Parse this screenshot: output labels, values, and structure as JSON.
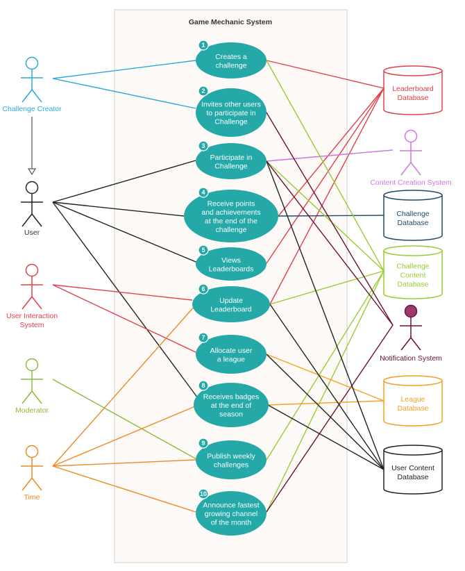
{
  "system": {
    "title": "Game Mechanic System"
  },
  "colors": {
    "use_case_fill": "#24a8a8",
    "challenge_creator": "#2aa8d8",
    "user": "#222222",
    "user_interaction": "#e0404a",
    "moderator": "#8cba3a",
    "time": "#ee8a22",
    "leaderboard_db": "#e0404a",
    "content_creation": "#cc77dd",
    "challenge_db": "#1c4a6a",
    "challenge_content_db": "#99cc33",
    "notification": "#6a1030",
    "league_db": "#f5a020",
    "user_content_db": "#222222"
  },
  "use_cases": [
    {
      "number": "1",
      "lines": [
        "Creates a",
        "challenge"
      ]
    },
    {
      "number": "2",
      "lines": [
        "Invites other users",
        "to participate in",
        "Challenge"
      ]
    },
    {
      "number": "3",
      "lines": [
        "Participate in",
        "Challenge"
      ]
    },
    {
      "number": "4",
      "lines": [
        "Receive points",
        "and achievements",
        "at the end of the",
        "challenge"
      ]
    },
    {
      "number": "5",
      "lines": [
        "Views",
        "Leaderboards"
      ]
    },
    {
      "number": "6",
      "lines": [
        "Update",
        "Leaderboard"
      ]
    },
    {
      "number": "7",
      "lines": [
        "Allocate user",
        "a league"
      ]
    },
    {
      "number": "8",
      "lines": [
        "Receives badges",
        "at the end of",
        "season"
      ]
    },
    {
      "number": "9",
      "lines": [
        "Publish weekly",
        "challenges"
      ]
    },
    {
      "number": "10",
      "lines": [
        "Announce fastest",
        "growing channel",
        "of the month"
      ]
    }
  ],
  "actors": [
    {
      "id": "challenge_creator",
      "lines": [
        "Challenge Creator"
      ]
    },
    {
      "id": "user",
      "lines": [
        "User"
      ]
    },
    {
      "id": "user_interaction",
      "lines": [
        "User Interaction",
        "System"
      ]
    },
    {
      "id": "moderator",
      "lines": [
        "Moderator"
      ]
    },
    {
      "id": "time",
      "lines": [
        "Time"
      ]
    },
    {
      "id": "content_creation",
      "lines": [
        "Content Creation System"
      ]
    },
    {
      "id": "notification",
      "lines": [
        "Notification System"
      ]
    }
  ],
  "databases": [
    {
      "id": "leaderboard_db",
      "lines": [
        "Leaderboard",
        "Database"
      ]
    },
    {
      "id": "challenge_db",
      "lines": [
        "Challenge",
        "Database"
      ]
    },
    {
      "id": "challenge_content_db",
      "lines": [
        "Challenge",
        "Content",
        "Database"
      ]
    },
    {
      "id": "league_db",
      "lines": [
        "League",
        "Database"
      ]
    },
    {
      "id": "user_content_db",
      "lines": [
        "User Content",
        "Database"
      ]
    }
  ]
}
